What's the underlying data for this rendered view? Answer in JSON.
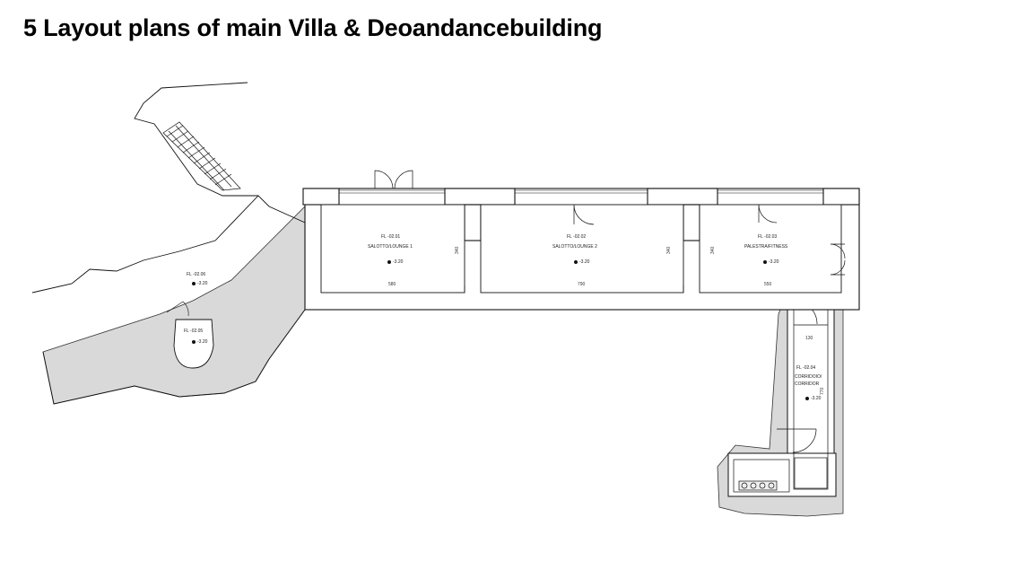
{
  "title": "5 Layout plans of main Villa & Deoandancebuilding",
  "rooms": [
    {
      "code": "FL -02.01",
      "name": "SALOTTO/LOUNGE 1",
      "level": "-3.20",
      "width": "580",
      "depth": "340"
    },
    {
      "code": "FL -02.02",
      "name": "SALOTTO/LOUNGE 2",
      "level": "-3.20",
      "width": "790",
      "depth": "340"
    },
    {
      "code": "FL -02.03",
      "name": "PALESTRA/FITNESS",
      "level": "-3.20",
      "width": "550",
      "depth": "340"
    },
    {
      "code": "FL -02.04",
      "name_line1": "CORRIDOIO/",
      "name_line2": "CORRIDOR",
      "level": "-3.20",
      "width": "130",
      "depth": "770"
    },
    {
      "code": "FL -02.05",
      "level": "-3.20"
    },
    {
      "code": "FL -02.06",
      "level": "-3.20"
    }
  ],
  "colors": {
    "earth": "#d9d9d9",
    "wall": "#ffffff",
    "line": "#111111"
  }
}
